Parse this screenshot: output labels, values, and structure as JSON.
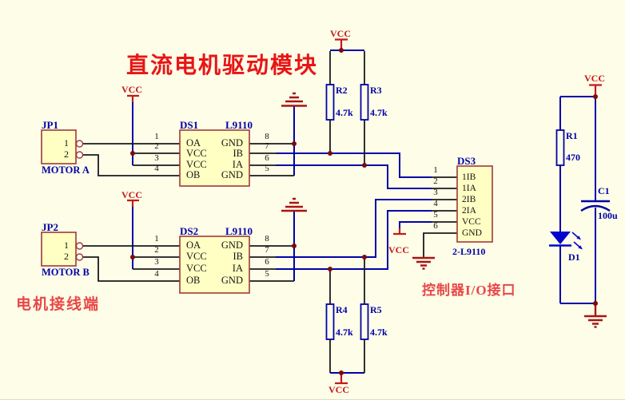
{
  "title": "直流电机驱动模块",
  "annotations": {
    "motor_terminal": "电机接线端",
    "controller_io": "控制器I/O接口"
  },
  "labels": {
    "vcc": "VCC"
  },
  "jp1": {
    "ref": "JP1",
    "pin1": "1",
    "pin2": "2",
    "label": "MOTOR A"
  },
  "jp2": {
    "ref": "JP2",
    "pin1": "1",
    "pin2": "2",
    "label": "MOTOR B"
  },
  "ds1": {
    "ref": "DS1",
    "part": "L9110",
    "nums_left": [
      "1",
      "2",
      "3",
      "4"
    ],
    "pins_left": [
      "OA",
      "VCC",
      "VCC",
      "OB"
    ],
    "nums_right": [
      "8",
      "7",
      "6",
      "5"
    ],
    "pins_right": [
      "GND",
      "IB",
      "IA",
      "GND"
    ]
  },
  "ds2": {
    "ref": "DS2",
    "part": "L9110",
    "nums_left": [
      "1",
      "2",
      "3",
      "4"
    ],
    "pins_left": [
      "OA",
      "VCC",
      "VCC",
      "OB"
    ],
    "nums_right": [
      "8",
      "7",
      "6",
      "5"
    ],
    "pins_right": [
      "GND",
      "IB",
      "IA",
      "GND"
    ]
  },
  "ds3": {
    "ref": "DS3",
    "part": "2-L9110",
    "nums": [
      "1",
      "2",
      "3",
      "4",
      "5",
      "6"
    ],
    "pins": [
      "1IB",
      "1IA",
      "2IB",
      "2IA",
      "VCC",
      "GND"
    ]
  },
  "resistors": {
    "r1": {
      "ref": "R1",
      "value": "470"
    },
    "r2": {
      "ref": "R2",
      "value": "4.7k"
    },
    "r3": {
      "ref": "R3",
      "value": "4.7k"
    },
    "r4": {
      "ref": "R4",
      "value": "4.7k"
    },
    "r5": {
      "ref": "R5",
      "value": "4.7k"
    }
  },
  "capacitor": {
    "ref": "C1",
    "value": "100u"
  },
  "led": {
    "ref": "D1"
  },
  "colors": {
    "background": "#FDFDE8",
    "wire": "#0202A8",
    "lead": "#1A1A1A",
    "component_border": "#A03A3A",
    "component_fill": "#FFFFC4",
    "power_red": "#C41A1A",
    "title_red": "#E81515",
    "annotation_red": "#E84848",
    "label_blue": "#0202A8",
    "text_black": "#141414",
    "junction": "#7E0B0B",
    "ground": "#A81414",
    "led_blue": "#0404CF"
  }
}
